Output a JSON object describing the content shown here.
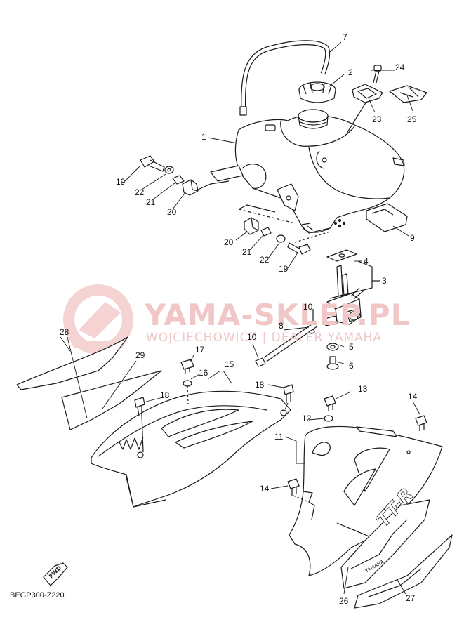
{
  "watermark": {
    "brand": "YAMA-SKLEP.PL",
    "subtitle": "WOJCIECHOWICZ | DEALER YAMAHA",
    "color": "#f0c6c6",
    "logo_color": "#f5cfcf"
  },
  "diagram_code": "BEGP300-Z220",
  "fwd_label": "FWD",
  "decal_text": {
    "model": "TT-R",
    "brand": "YAMAHA"
  },
  "callouts": [
    "1",
    "2",
    "3",
    "4",
    "5",
    "6",
    "7",
    "8",
    "9",
    "10",
    "10",
    "11",
    "12",
    "13",
    "14",
    "14",
    "15",
    "16",
    "17",
    "18",
    "18",
    "19",
    "19",
    "20",
    "20",
    "21",
    "21",
    "22",
    "22",
    "23",
    "24",
    "25",
    "26",
    "27",
    "28",
    "29"
  ],
  "colors": {
    "line": "#1a1a1a",
    "fill": "#ffffff"
  }
}
